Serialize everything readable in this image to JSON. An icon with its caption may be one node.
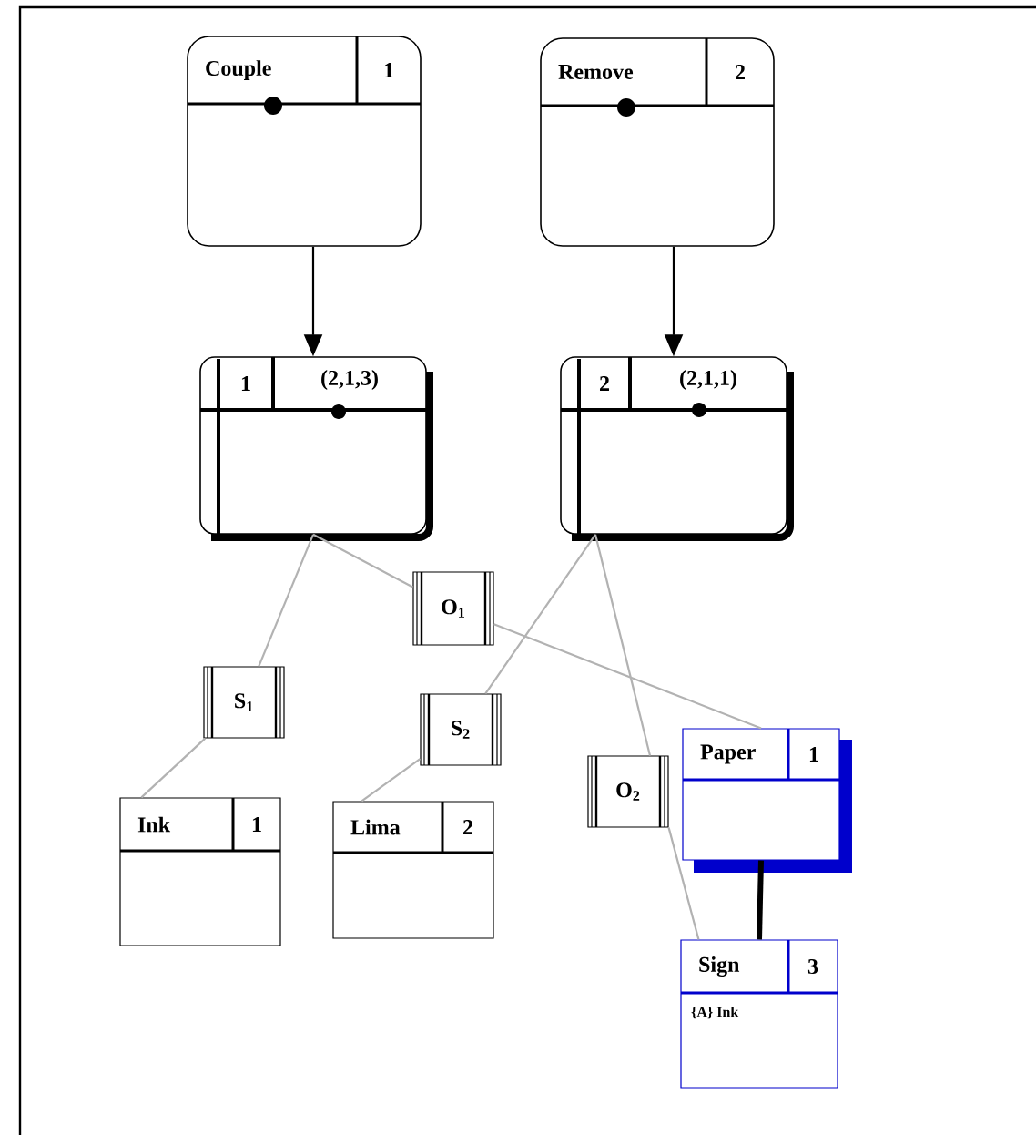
{
  "diagram": {
    "nodes": [
      {
        "text": [
          "Couple",
          "1"
        ]
      },
      {
        "text": [
          "Remove",
          "2"
        ]
      },
      {
        "text": [
          "1",
          "(2,1,3)"
        ]
      },
      {
        "text": [
          "2",
          "(2,1,1)"
        ]
      },
      {
        "text": [
          "S$_{1}$"
        ]
      },
      {
        "text": [
          "O$_{1}$"
        ]
      },
      {
        "text": [
          "S$_{2}$"
        ]
      },
      {
        "text": [
          "O$_{2}$"
        ]
      },
      {
        "text": [
          "Ink",
          "1"
        ]
      },
      {
        "text": [
          "Lima",
          "2"
        ]
      },
      {
        "text": [
          "Paper",
          "1"
        ]
      },
      {
        "text": [
          "Sign",
          "3",
          "{A} Ink"
        ]
      }
    ],
    "edges": [
      {
        "from": 0,
        "to": 2,
        "arrow": "to",
        "color": "#000000"
      },
      {
        "from": 1,
        "to": 3,
        "arrow": "to",
        "color": "#000000"
      },
      {
        "from": 2,
        "to": 4,
        "arrow": "none"
      },
      {
        "from": 4,
        "to": 8,
        "arrow": "none"
      },
      {
        "from": 2,
        "to": 5,
        "arrow": "none"
      },
      {
        "from": 5,
        "to": 10,
        "arrow": "none"
      },
      {
        "from": 3,
        "to": 6,
        "arrow": "none"
      },
      {
        "from": 6,
        "to": 9,
        "arrow": "none"
      },
      {
        "from": 3,
        "to": 7,
        "arrow": "none"
      },
      {
        "from": 7,
        "to": 11,
        "arrow": "none"
      },
      {
        "from": 10,
        "to": 11,
        "arrow": "none",
        "style": "thick",
        "color": "#000000"
      }
    ]
  }
}
